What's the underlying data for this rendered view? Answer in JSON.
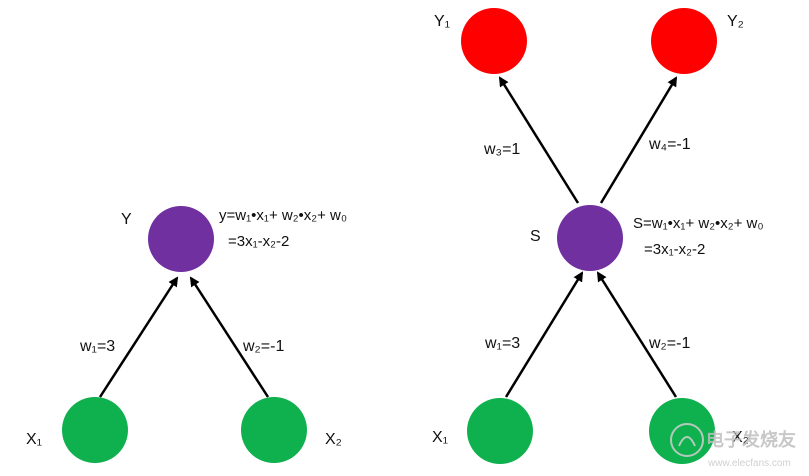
{
  "colors": {
    "input_node": "#0FB04E",
    "hidden_node": "#7030A0",
    "output_node": "#FF0000",
    "edge": "#000000",
    "watermark": "#bfbfbf"
  },
  "left_network": {
    "inputs": [
      {
        "label": "X₁"
      },
      {
        "label": "X₂"
      }
    ],
    "output": {
      "label": "Y"
    },
    "weights": [
      {
        "label": "w₁=3"
      },
      {
        "label": "w₂=-1"
      }
    ],
    "equation": {
      "line1": "y=w₁•x₁+ w₂•x₂+ w₀",
      "line2": "=3x₁-x₂-2"
    }
  },
  "right_network": {
    "inputs": [
      {
        "label": "X₁"
      },
      {
        "label": "X₂"
      }
    ],
    "hidden": {
      "label": "S"
    },
    "outputs": [
      {
        "label": "Y₁"
      },
      {
        "label": "Y₂"
      }
    ],
    "input_weights": [
      {
        "label": "w₁=3"
      },
      {
        "label": "w₂=-1"
      }
    ],
    "output_weights": [
      {
        "label": "w₃=1"
      },
      {
        "label": "w₄=-1"
      }
    ],
    "equation": {
      "line1": "S=w₁•x₁+ w₂•x₂+ w₀",
      "line2": "=3x₁-x₂-2"
    }
  },
  "watermark": {
    "text": "电子发烧友",
    "subtext": "www.elecfans.com"
  }
}
